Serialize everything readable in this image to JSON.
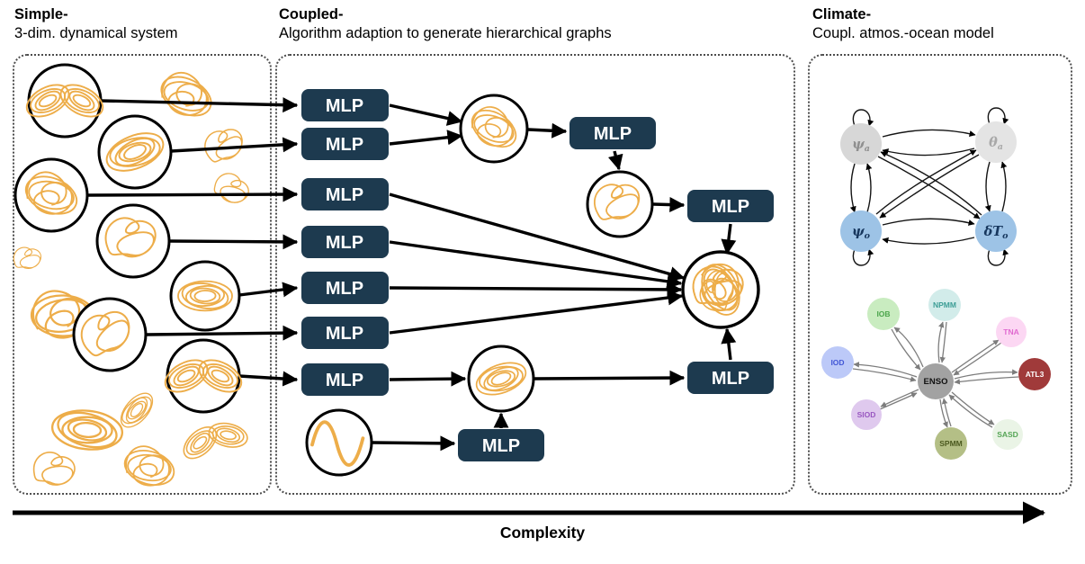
{
  "headers": {
    "simple": {
      "title": "Simple-",
      "subtitle": "3-dim. dynamical system"
    },
    "coupled": {
      "title": "Coupled-",
      "subtitle": "Algorithm adaption to generate hierarchical graphs"
    },
    "climate": {
      "title": "Climate-",
      "subtitle": "Coupl. atmos.-ocean model"
    }
  },
  "labels": {
    "mlp": "MLP",
    "complexity": "Complexity"
  },
  "colors": {
    "attractor": "#edad49",
    "mlp_box": "#1d3a4f",
    "mlp_text": "#ffffff",
    "arrow": "#000000",
    "climate_arrow": "#7d7d7d"
  },
  "climate": {
    "top_graph": {
      "nodes": [
        {
          "id": "psi-a",
          "symbol": "ψ",
          "sub": "a",
          "fill": "#d7d7d7",
          "text_color": "#8f8f8f"
        },
        {
          "id": "theta-a",
          "symbol": "θ",
          "sub": "a",
          "fill": "#e4e4e4",
          "text_color": "#a8a8a8"
        },
        {
          "id": "psi-o",
          "symbol": "ψ",
          "sub": "o",
          "fill": "#9dc3e6",
          "text_color": "#17375e"
        },
        {
          "id": "delta-t-o",
          "symbol": "δT",
          "sub": "o",
          "fill": "#9dc3e6",
          "text_color": "#17375e"
        }
      ]
    },
    "bottom_graph": {
      "center": {
        "label": "ENSO",
        "fill": "#a2a2a2",
        "text_color": "#111111"
      },
      "satellites": [
        {
          "label": "IOB",
          "fill": "#c9ecc0",
          "text_color": "#4ca64c"
        },
        {
          "label": "NPMM",
          "fill": "#d2ecea",
          "text_color": "#3d9e96"
        },
        {
          "label": "TNA",
          "fill": "#fcd7f3",
          "text_color": "#e06ad0"
        },
        {
          "label": "ATL3",
          "fill": "#a03a3a",
          "text_color": "#ffffff"
        },
        {
          "label": "SASD",
          "fill": "#eaf4e6",
          "text_color": "#56a556"
        },
        {
          "label": "SPMM",
          "fill": "#b4bf86",
          "text_color": "#4c5a20"
        },
        {
          "label": "SIOD",
          "fill": "#dfc9ee",
          "text_color": "#9857c0"
        },
        {
          "label": "IOD",
          "fill": "#bcc9f8",
          "text_color": "#4156d6"
        }
      ]
    }
  }
}
